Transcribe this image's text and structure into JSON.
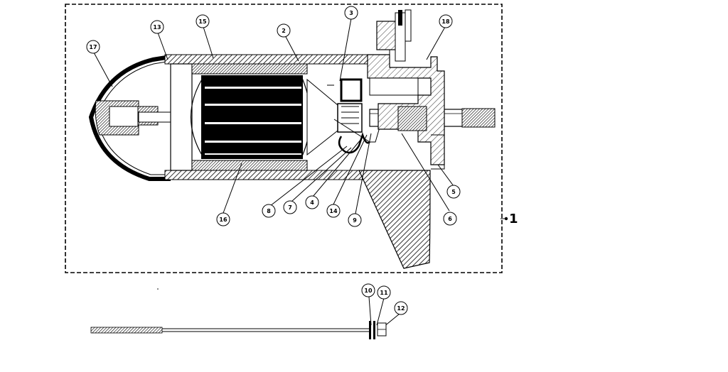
{
  "assembly_label": "1",
  "callouts": {
    "c2": "2",
    "c3": "3",
    "c4": "4",
    "c5": "5",
    "c6": "6",
    "c7": "7",
    "c8": "8",
    "c9": "9",
    "c10": "10",
    "c11": "11",
    "c12": "12",
    "c13": "13",
    "c14": "14",
    "c15": "15",
    "c16": "16",
    "c17": "17",
    "c18": "18"
  },
  "colors": {
    "ink": "#000000",
    "paper": "#ffffff"
  }
}
